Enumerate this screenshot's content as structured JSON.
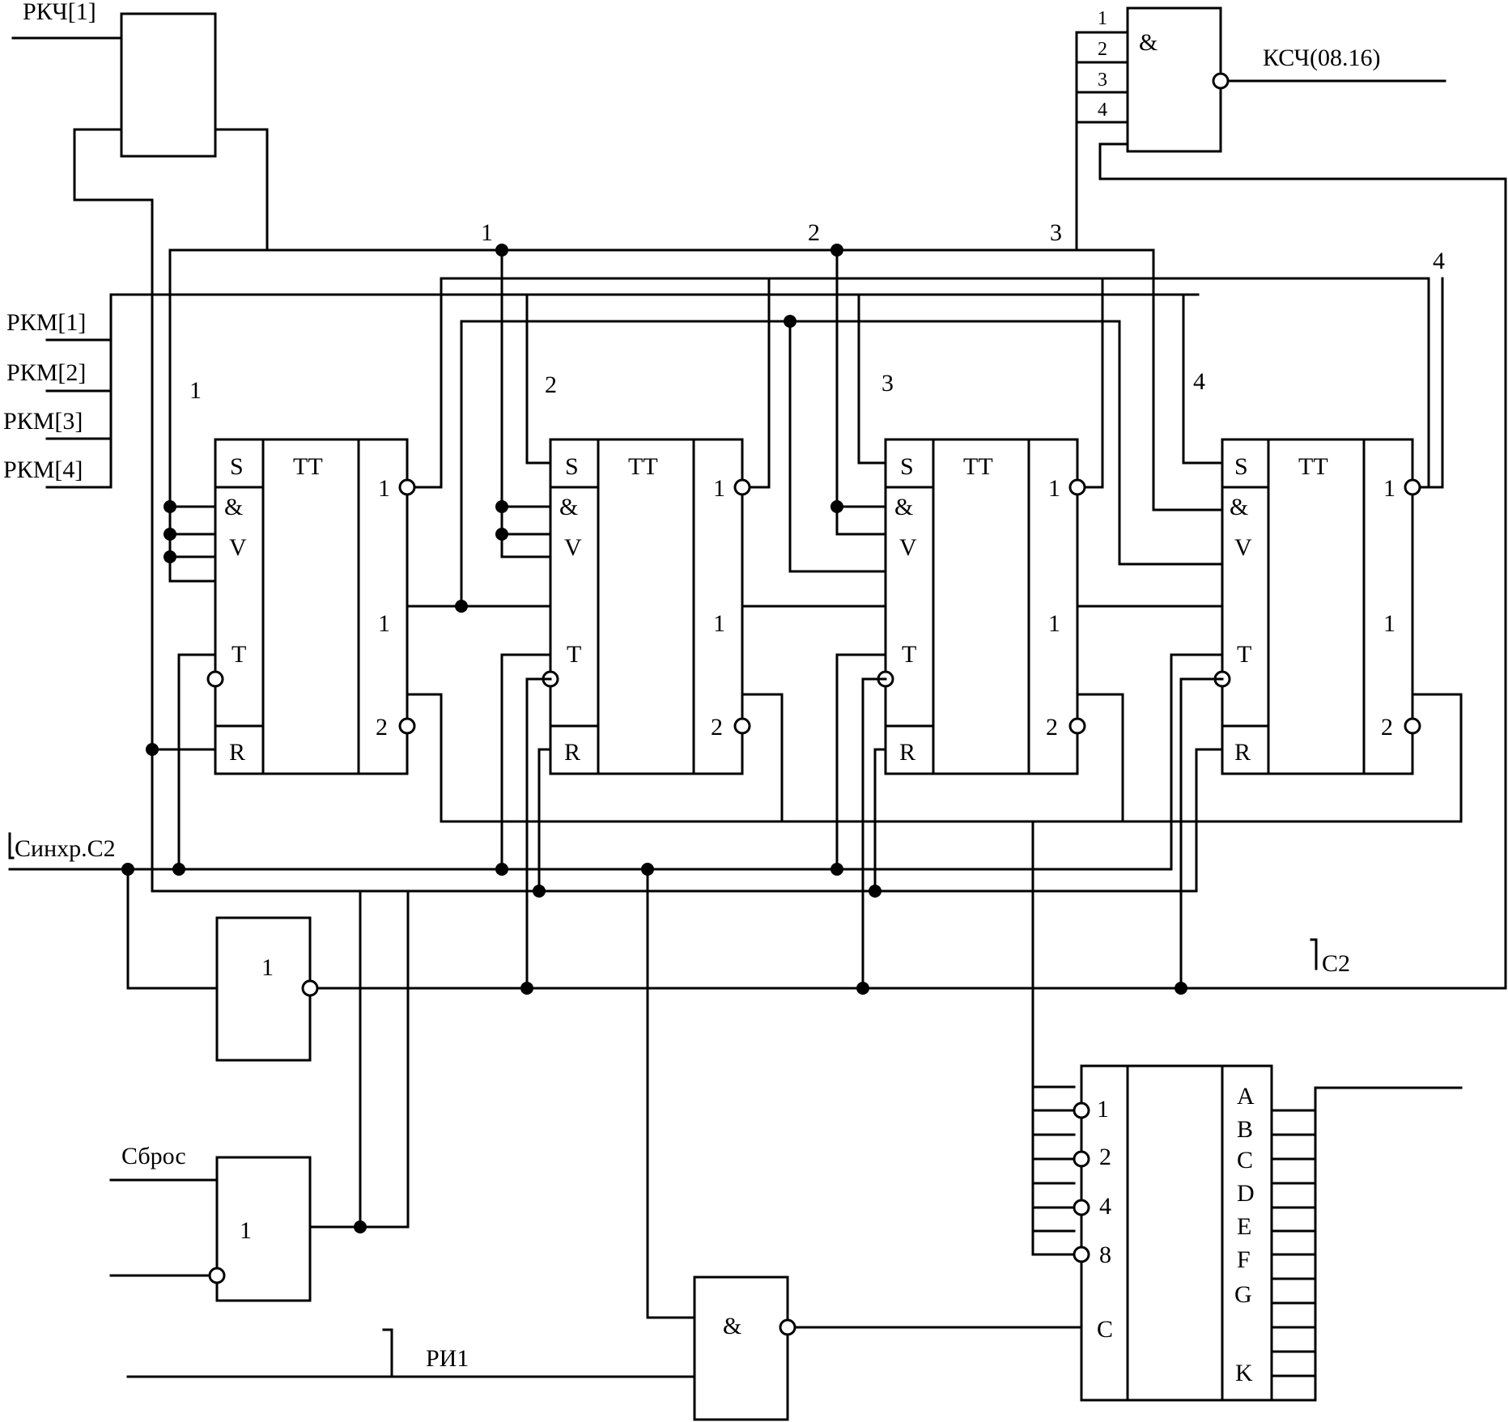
{
  "signals": {
    "rkch1": "РКЧ[1]",
    "rkm": [
      "РКМ[1]",
      "РКМ[2]",
      "РКМ[3]",
      "РКМ[4]"
    ],
    "ksch": "КСЧ(08.16)",
    "sync": "Синхр.С2",
    "c2": "С2",
    "reset": "Сброс",
    "ri1": "РИ1"
  },
  "bus_numbers": [
    "1",
    "2",
    "3",
    "4"
  ],
  "triggers": [
    {
      "id": "1",
      "title": "TT",
      "pins": {
        "s": "S",
        "and": "&",
        "or": "V",
        "t": "T",
        "r": "R",
        "q1": "1",
        "qmid": "1",
        "q2": "2"
      }
    },
    {
      "id": "2",
      "title": "TT",
      "pins": {
        "s": "S",
        "and": "&",
        "or": "V",
        "t": "T",
        "r": "R",
        "q1": "1",
        "qmid": "1",
        "q2": "2"
      }
    },
    {
      "id": "3",
      "title": "TT",
      "pins": {
        "s": "S",
        "and": "&",
        "or": "V",
        "t": "T",
        "r": "R",
        "q1": "1",
        "qmid": "1",
        "q2": "2"
      }
    },
    {
      "id": "4",
      "title": "TT",
      "pins": {
        "s": "S",
        "and": "&",
        "or": "V",
        "t": "T",
        "r": "R",
        "q1": "1",
        "qmid": "1",
        "q2": "2"
      }
    }
  ],
  "and4_gate": {
    "symbol": "&",
    "inputs": [
      "1",
      "2",
      "3",
      "4"
    ]
  },
  "or_gate_sync": {
    "symbol": "1"
  },
  "or_gate_reset": {
    "symbol": "1"
  },
  "and_gate_ri": {
    "symbol": "&"
  },
  "decoder": {
    "inputs": [
      "1",
      "2",
      "4",
      "8"
    ],
    "clock": "C",
    "outputs": [
      "A",
      "B",
      "C",
      "D",
      "E",
      "F",
      "G",
      "K"
    ]
  }
}
